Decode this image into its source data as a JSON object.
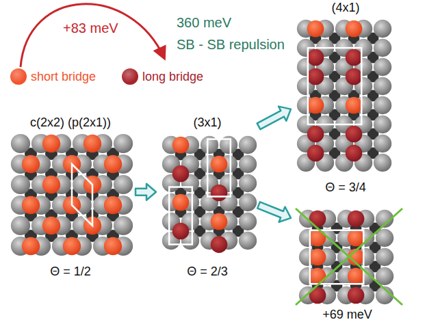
{
  "diagram": {
    "nodes": [
      {
        "text": [
          "c(2x2) (p(2x1))",
          "Θ = 1/2"
        ]
      },
      {
        "text": [
          "(3x1)",
          "Θ = 2/3"
        ]
      },
      {
        "text": [
          "(4x1)",
          "Θ = 3/4"
        ]
      },
      {
        "text": [
          "+69 meV"
        ]
      }
    ],
    "edges": [
      {
        "from": 0,
        "to": 1,
        "arrow": "to"
      },
      {
        "from": 1,
        "to": 2,
        "arrow": "to"
      },
      {
        "from": 1,
        "to": 3,
        "arrow": "to"
      }
    ],
    "labels": [
      "+83 meV",
      "360 meV",
      "SB - SB repulsion"
    ],
    "legend": [
      {
        "text": "short bridge",
        "color": "#f2542d"
      },
      {
        "text": "long bridge",
        "color": "#a8232b"
      }
    ]
  }
}
